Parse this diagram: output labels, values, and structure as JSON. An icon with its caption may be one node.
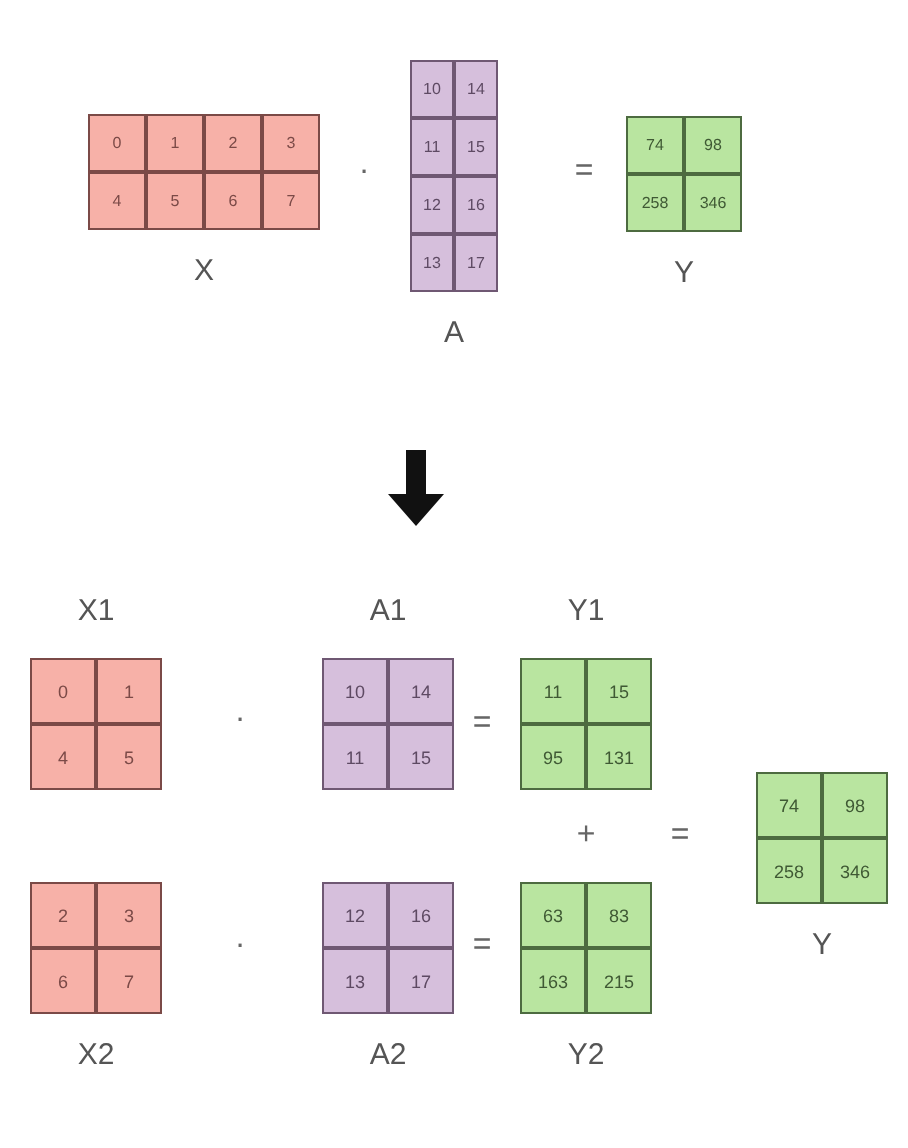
{
  "diagram": {
    "nodes": [
      {
        "text": [
          "X"
        ]
      },
      {
        "text": [
          "0"
        ],
        "in": 0
      },
      {
        "text": [
          "1"
        ],
        "in": 0
      },
      {
        "text": [
          "2"
        ],
        "in": 0
      },
      {
        "text": [
          "3"
        ],
        "in": 0
      },
      {
        "text": [
          "4"
        ],
        "in": 0
      },
      {
        "text": [
          "5"
        ],
        "in": 0
      },
      {
        "text": [
          "6"
        ],
        "in": 0
      },
      {
        "text": [
          "7"
        ],
        "in": 0
      },
      {
        "text": [
          "A"
        ]
      },
      {
        "text": [
          "10"
        ],
        "in": 9
      },
      {
        "text": [
          "14"
        ],
        "in": 9
      },
      {
        "text": [
          "11"
        ],
        "in": 9
      },
      {
        "text": [
          "15"
        ],
        "in": 9
      },
      {
        "text": [
          "12"
        ],
        "in": 9
      },
      {
        "text": [
          "16"
        ],
        "in": 9
      },
      {
        "text": [
          "13"
        ],
        "in": 9
      },
      {
        "text": [
          "17"
        ],
        "in": 9
      },
      {
        "text": [
          "Y"
        ]
      },
      {
        "text": [
          "74"
        ],
        "in": 18
      },
      {
        "text": [
          "98"
        ],
        "in": 18
      },
      {
        "text": [
          "258"
        ],
        "in": 18
      },
      {
        "text": [
          "346"
        ],
        "in": 18
      },
      {
        "text": [
          "X1"
        ]
      },
      {
        "text": [
          "0"
        ],
        "in": 23
      },
      {
        "text": [
          "1"
        ],
        "in": 23
      },
      {
        "text": [
          "4"
        ],
        "in": 23
      },
      {
        "text": [
          "5"
        ],
        "in": 23
      },
      {
        "text": [
          "A1"
        ]
      },
      {
        "text": [
          "10"
        ],
        "in": 28
      },
      {
        "text": [
          "14"
        ],
        "in": 28
      },
      {
        "text": [
          "11"
        ],
        "in": 28
      },
      {
        "text": [
          "15"
        ],
        "in": 28
      },
      {
        "text": [
          "Y1"
        ]
      },
      {
        "text": [
          "11"
        ],
        "in": 33
      },
      {
        "text": [
          "15"
        ],
        "in": 33
      },
      {
        "text": [
          "95"
        ],
        "in": 33
      },
      {
        "text": [
          "131"
        ],
        "in": 33
      },
      {
        "text": [
          "Y"
        ]
      },
      {
        "text": [
          "74"
        ],
        "in": 38
      },
      {
        "text": [
          "98"
        ],
        "in": 38
      },
      {
        "text": [
          "258"
        ],
        "in": 38
      },
      {
        "text": [
          "346"
        ],
        "in": 38
      },
      {
        "text": [
          "X2"
        ]
      },
      {
        "text": [
          "2"
        ],
        "in": 43
      },
      {
        "text": [
          "3"
        ],
        "in": 43
      },
      {
        "text": [
          "6"
        ],
        "in": 43
      },
      {
        "text": [
          "7"
        ],
        "in": 43
      },
      {
        "text": [
          "A2"
        ]
      },
      {
        "text": [
          "12"
        ],
        "in": 48
      },
      {
        "text": [
          "16"
        ],
        "in": 48
      },
      {
        "text": [
          "13"
        ],
        "in": 48
      },
      {
        "text": [
          "17"
        ],
        "in": 48
      },
      {
        "text": [
          "Y2"
        ]
      },
      {
        "text": [
          "63"
        ],
        "in": 53
      },
      {
        "text": [
          "83"
        ],
        "in": 53
      },
      {
        "text": [
          "163"
        ],
        "in": 53
      },
      {
        "text": [
          "215"
        ],
        "in": 53
      }
    ],
    "labels": [
      "·",
      "=",
      "·",
      "=",
      "+",
      "=",
      "·",
      "="
    ]
  }
}
